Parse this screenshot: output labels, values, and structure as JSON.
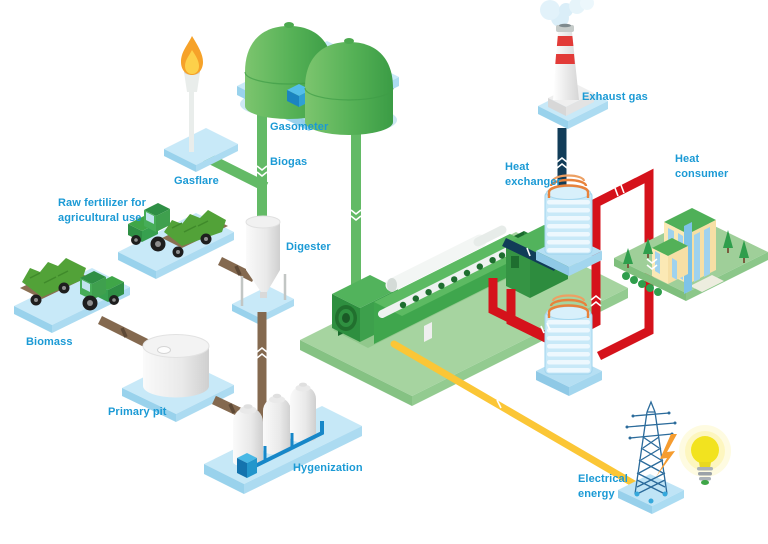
{
  "diagram": {
    "labels": {
      "gasometer": "Gasometer",
      "biogas": "Biogas",
      "gasflare": "Gasflare",
      "raw_fertilizer": "Raw fertilizer for\nagricultural use",
      "digester": "Digester",
      "biomass": "Biomass",
      "primary_pit": "Primary pit",
      "hygenization": "Hygenization",
      "exhaust_gas": "Exhaust gas",
      "heat_exchanger": "Heat\nexchanger",
      "heat_consumer": "Heat\nconsumer",
      "electrical_energy": "Electrical\nenergy"
    },
    "colors": {
      "label_text": "#1B9AD5",
      "biogas_pipe_green": "#63BA66",
      "substrate_pipe_brown": "#84694F",
      "exhaust_pipe_navy": "#113C58",
      "heat_pipe_red": "#D5121B",
      "electricity_line_yellow": "#FBC636",
      "platform_blue": "#C8E9F8",
      "platform_green": "#A4D29E",
      "tank_green": "#4CA94F",
      "flame_orange": "#F6A229"
    }
  }
}
